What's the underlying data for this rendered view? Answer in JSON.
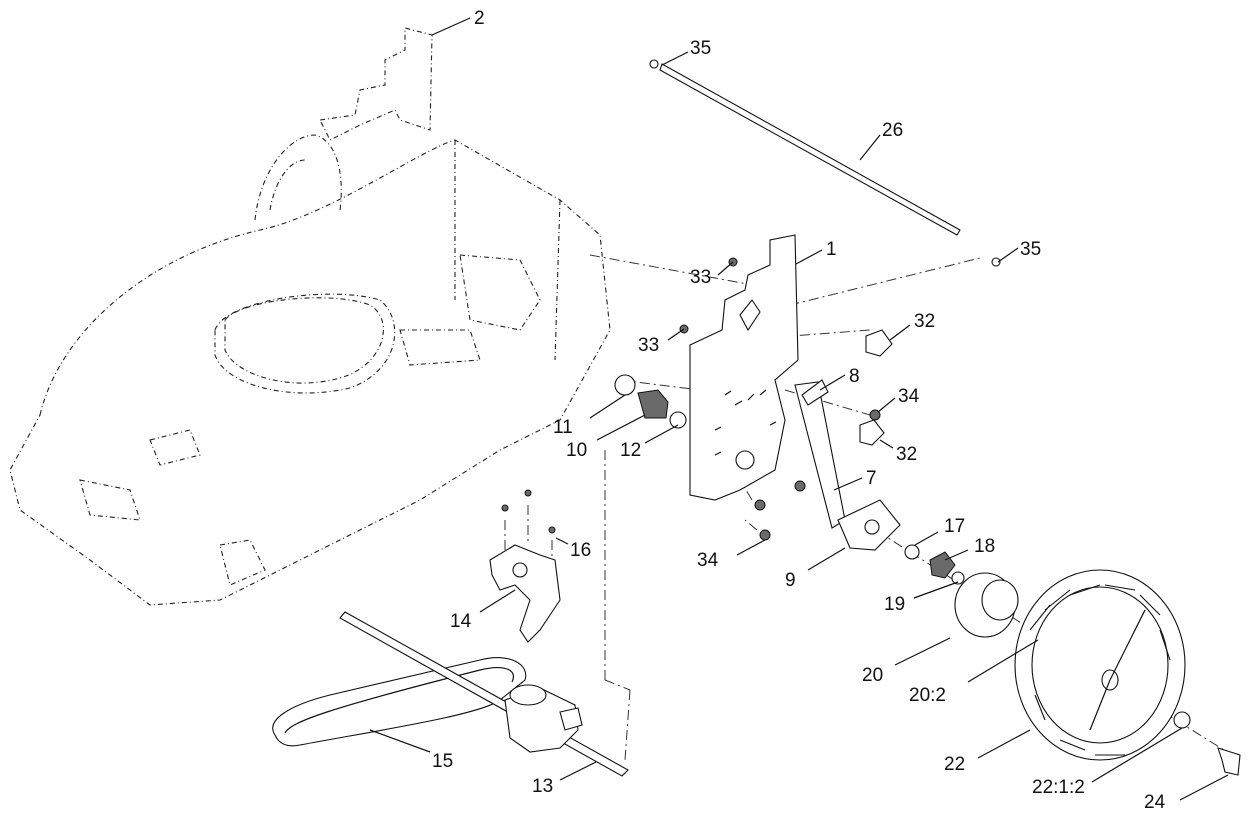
{
  "diagram": {
    "callouts": [
      {
        "id": "c2",
        "label": "2"
      },
      {
        "id": "c35a",
        "label": "35"
      },
      {
        "id": "c26",
        "label": "26"
      },
      {
        "id": "c35b",
        "label": "35"
      },
      {
        "id": "c1",
        "label": "1"
      },
      {
        "id": "c33a",
        "label": "33"
      },
      {
        "id": "c32a",
        "label": "32"
      },
      {
        "id": "c33b",
        "label": "33"
      },
      {
        "id": "c8",
        "label": "8"
      },
      {
        "id": "c34a",
        "label": "34"
      },
      {
        "id": "c11",
        "label": "11"
      },
      {
        "id": "c10",
        "label": "10"
      },
      {
        "id": "c12",
        "label": "12"
      },
      {
        "id": "c32b",
        "label": "32"
      },
      {
        "id": "c7",
        "label": "7"
      },
      {
        "id": "c16",
        "label": "16"
      },
      {
        "id": "c17",
        "label": "17"
      },
      {
        "id": "c18",
        "label": "18"
      },
      {
        "id": "c34b",
        "label": "34"
      },
      {
        "id": "c9",
        "label": "9"
      },
      {
        "id": "c19",
        "label": "19"
      },
      {
        "id": "c14",
        "label": "14"
      },
      {
        "id": "c20",
        "label": "20"
      },
      {
        "id": "c20-2",
        "label": "20:2"
      },
      {
        "id": "c15",
        "label": "15"
      },
      {
        "id": "c22",
        "label": "22"
      },
      {
        "id": "c13",
        "label": "13"
      },
      {
        "id": "c22-1-2",
        "label": "22:1:2"
      },
      {
        "id": "c24",
        "label": "24"
      }
    ]
  }
}
